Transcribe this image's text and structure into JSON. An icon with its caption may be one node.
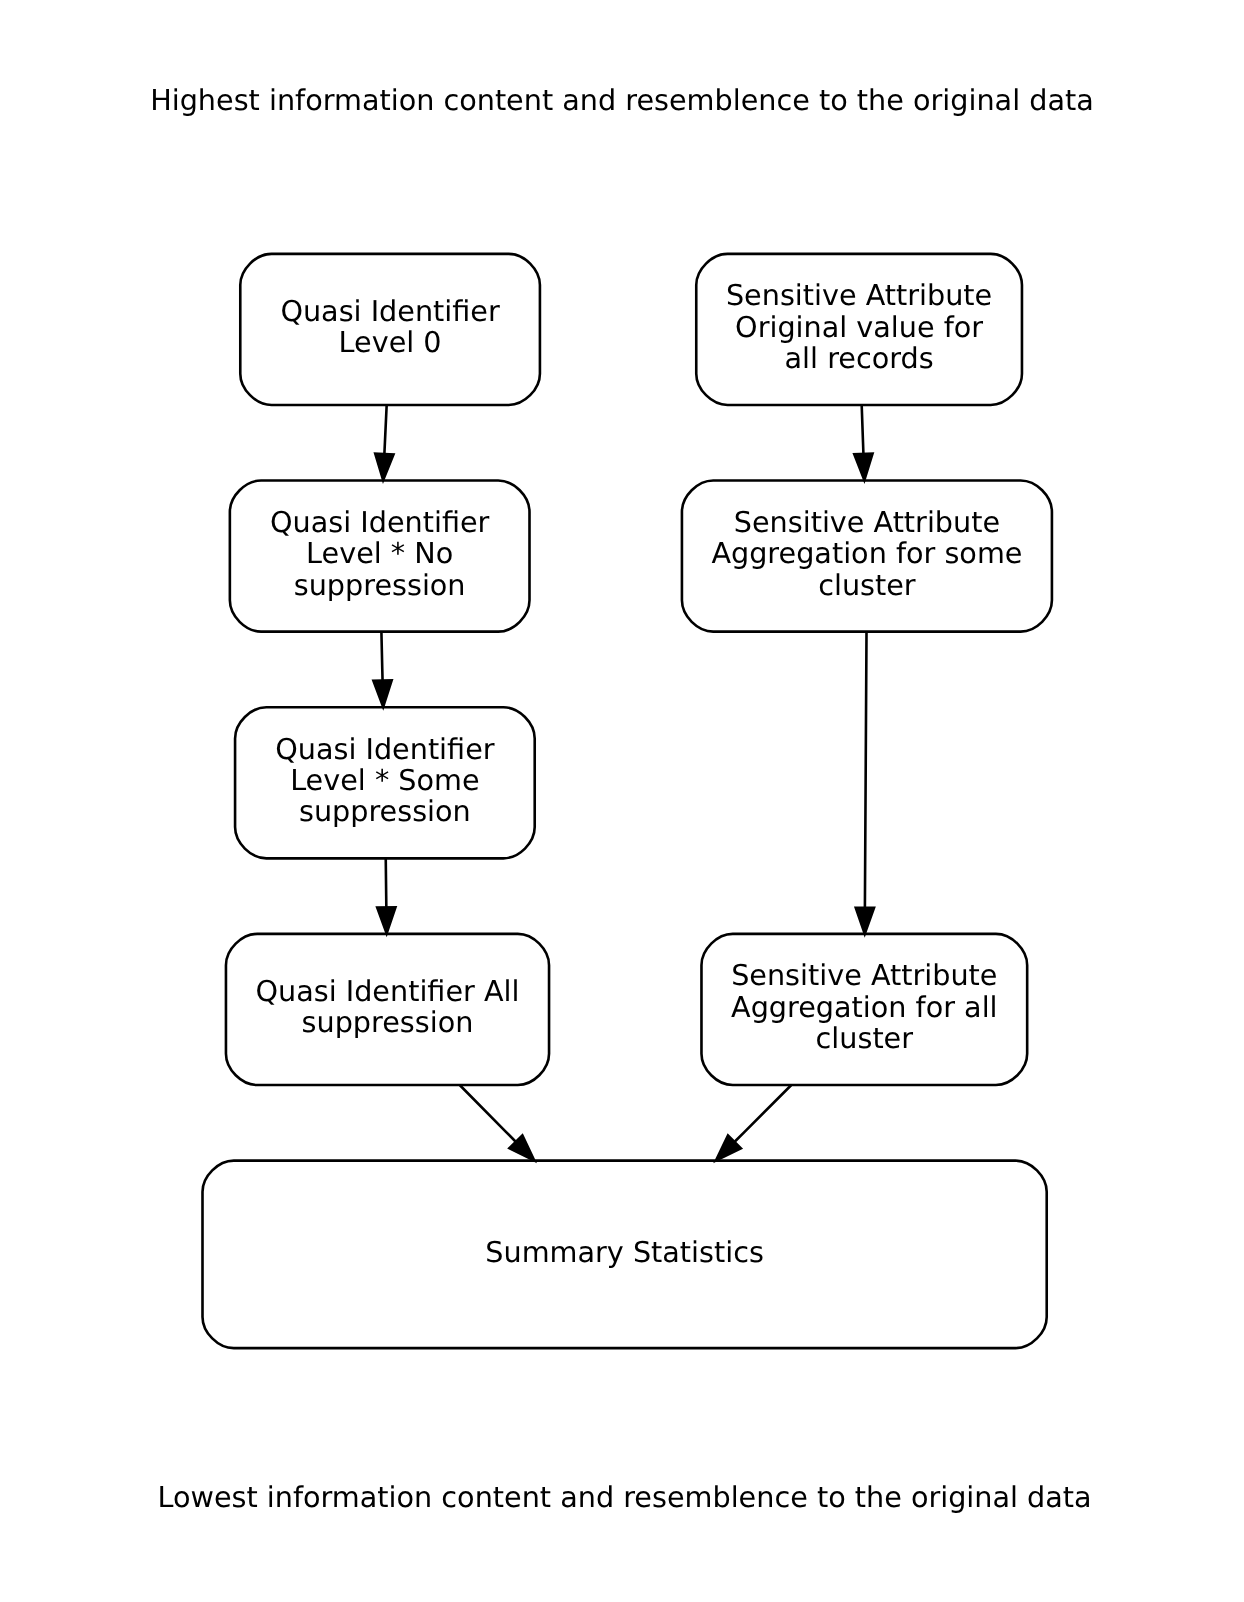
{
  "diagram": {
    "nodes": [
      {
        "text": [
          "Quasi Identifier Level 0"
        ]
      },
      {
        "text": [
          "Quasi Identifier Level * No suppression"
        ]
      },
      {
        "text": [
          "Quasi Identifier Level * Some suppression"
        ]
      },
      {
        "text": [
          "Quasi Identifier All suppression"
        ]
      },
      {
        "text": [
          "Sensitive Attribute Original value for all records"
        ]
      },
      {
        "text": [
          "Sensitive Attribute Aggregation for some cluster"
        ]
      },
      {
        "text": [
          "Sensitive Attribute Aggregation for all cluster"
        ]
      },
      {
        "text": [
          "Summary Statistics"
        ]
      }
    ],
    "edges": [
      {
        "from": 0,
        "to": 1,
        "arrow": "to"
      },
      {
        "from": 1,
        "to": 2,
        "arrow": "to"
      },
      {
        "from": 2,
        "to": 3,
        "arrow": "to"
      },
      {
        "from": 4,
        "to": 5,
        "arrow": "to"
      },
      {
        "from": 5,
        "to": 6,
        "arrow": "to"
      },
      {
        "from": 3,
        "to": 7,
        "arrow": "to"
      },
      {
        "from": 6,
        "to": 7,
        "arrow": "to"
      }
    ],
    "labels": [
      "Highest information content and resemblence to the original data",
      "Lowest information content and resemblence to the original data"
    ]
  }
}
